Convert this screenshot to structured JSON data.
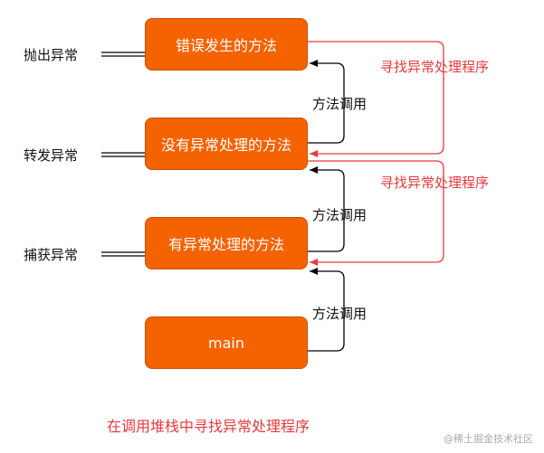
{
  "boxes": {
    "error_method": "错误发生的方法",
    "unhandled_method": "没有异常处理的方法",
    "handler_method": "有异常处理的方法",
    "main": "main"
  },
  "side_labels": {
    "throw": "抛出异常",
    "forward": "转发异常",
    "catch": "捕获异常"
  },
  "call_labels": [
    "方法调用",
    "方法调用",
    "方法调用"
  ],
  "search_labels": [
    "寻找异常处理程序",
    "寻找异常处理程序"
  ],
  "caption": "在调用堆栈中寻找异常处理程序",
  "watermark": "@稀土掘金技术社区",
  "colors": {
    "box_fill": "#f56200",
    "search_arrow": "#e8393c",
    "call_arrow": "#000000"
  }
}
